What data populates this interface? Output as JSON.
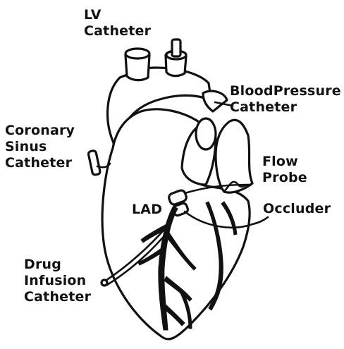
{
  "labels": {
    "lv_catheter": [
      "LV",
      "Catheter"
    ],
    "blood_pressure_catheter": [
      "BloodPressure",
      "Catheter"
    ],
    "coronary_sinus_catheter": [
      "Coronary",
      "Sinus",
      "Catheter"
    ],
    "flow_probe": [
      "Flow",
      "Probe"
    ],
    "lad": "LAD",
    "occluder": "Occluder",
    "drug_infusion_catheter": [
      "Drug",
      "Infusion",
      "Catheter"
    ]
  }
}
